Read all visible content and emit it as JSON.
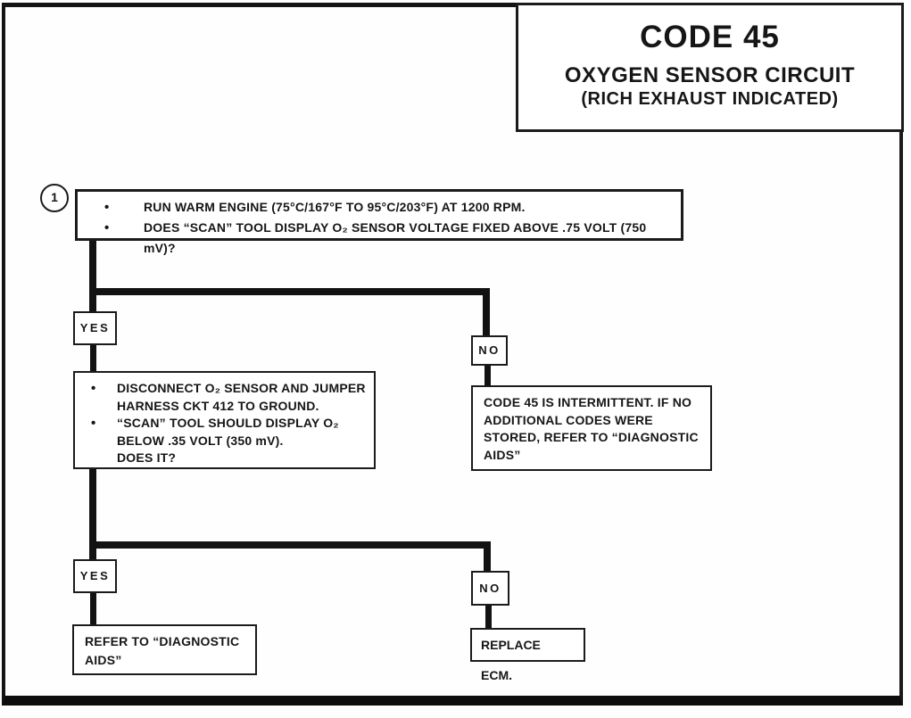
{
  "header": {
    "code": "CODE 45",
    "subtitle1": "OXYGEN SENSOR CIRCUIT",
    "subtitle2": "(RICH EXHAUST INDICATED)"
  },
  "flow": {
    "step_marker": "1",
    "bullet_glyph": "•",
    "step1": {
      "bullets": [
        "RUN WARM ENGINE (75°C/167°F TO 95°C/203°F) AT 1200 RPM.",
        "DOES “SCAN” TOOL DISPLAY O₂ SENSOR  VOLTAGE FIXED ABOVE .75 VOLT (750 mV)?"
      ]
    },
    "branch1": {
      "yes": "YES",
      "no": "NO"
    },
    "step2_yes": {
      "bullets": [
        "DISCONNECT O₂ SENSOR AND JUMPER\nHARNESS CKT 412 TO GROUND.",
        "“SCAN” TOOL SHOULD DISPLAY O₂\nBELOW .35 VOLT (350 mV).\nDOES IT?"
      ]
    },
    "step2_no": {
      "text": "CODE 45 IS INTERMITTENT.  IF NO\nADDITIONAL CODES WERE\nSTORED, REFER TO “DIAGNOSTIC\nAIDS”"
    },
    "branch2": {
      "yes": "YES",
      "no": "NO"
    },
    "result_yes": {
      "text": "REFER TO “DIAGNOSTIC\nAIDS”"
    },
    "result_no": {
      "text": "REPLACE ECM."
    }
  },
  "colors": {
    "ink": "#151515",
    "paper": "#ffffff"
  }
}
